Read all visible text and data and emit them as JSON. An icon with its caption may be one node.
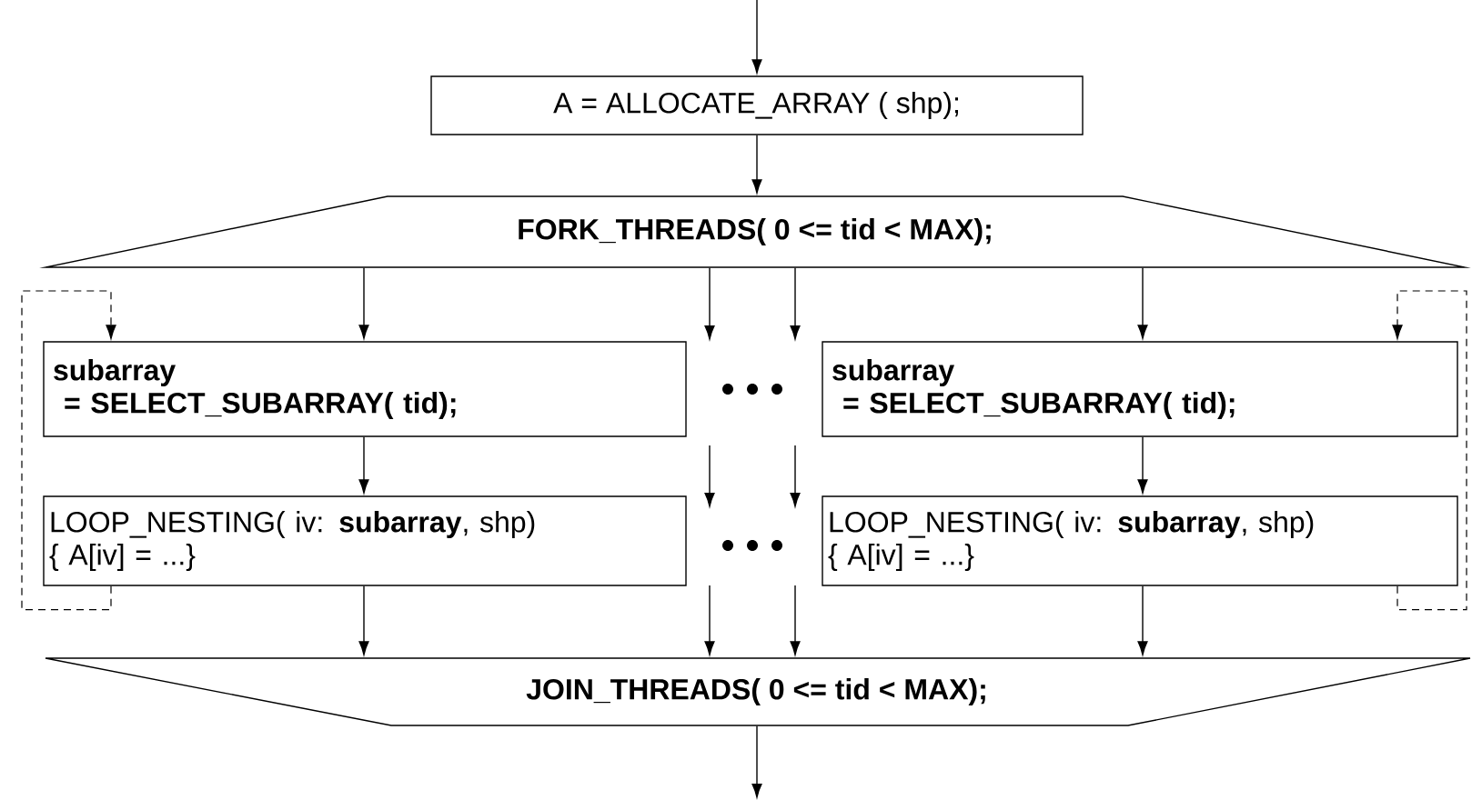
{
  "diagram": {
    "nodes": [
      {
        "text": [
          "A = ALLOCATE_ARRAY ( shp);"
        ]
      },
      {
        "text": [
          "FORK_THREADS( 0 <= tid < MAX);"
        ]
      },
      {
        "text": [
          "subarray",
          "= SELECT_SUBARRAY( tid);"
        ]
      },
      {
        "text": [
          "LOOP_NESTING( iv: **subarray**, shp)",
          "{ A[iv] = ...}"
        ]
      },
      {
        "text": [
          "subarray",
          "= SELECT_SUBARRAY( tid);"
        ]
      },
      {
        "text": [
          "LOOP_NESTING( iv: **subarray**, shp)",
          "{ A[iv] = ...}"
        ]
      },
      {
        "text": [
          "JOIN_THREADS( 0 <= tid < MAX);"
        ]
      }
    ],
    "edges": [
      {
        "from": null,
        "to": 0,
        "arrow": "to"
      },
      {
        "from": 0,
        "to": 1,
        "arrow": "to"
      },
      {
        "from": 1,
        "to": 2,
        "arrow": "to"
      },
      {
        "from": 1,
        "to": null,
        "arrow": "to"
      },
      {
        "from": 1,
        "to": null,
        "arrow": "to"
      },
      {
        "from": 1,
        "to": 4,
        "arrow": "to"
      },
      {
        "from": 2,
        "to": 3,
        "arrow": "to"
      },
      {
        "from": 4,
        "to": 5,
        "arrow": "to"
      },
      {
        "from": 3,
        "to": 6,
        "arrow": "to"
      },
      {
        "from": null,
        "to": 6,
        "arrow": "to"
      },
      {
        "from": null,
        "to": 6,
        "arrow": "to"
      },
      {
        "from": 5,
        "to": 6,
        "arrow": "to"
      },
      {
        "from": 6,
        "to": null,
        "arrow": "to"
      },
      {
        "from": 3,
        "to": 2,
        "arrow": "to",
        "style": "dashed"
      },
      {
        "from": 5,
        "to": 4,
        "arrow": "to",
        "style": "dashed"
      }
    ]
  }
}
